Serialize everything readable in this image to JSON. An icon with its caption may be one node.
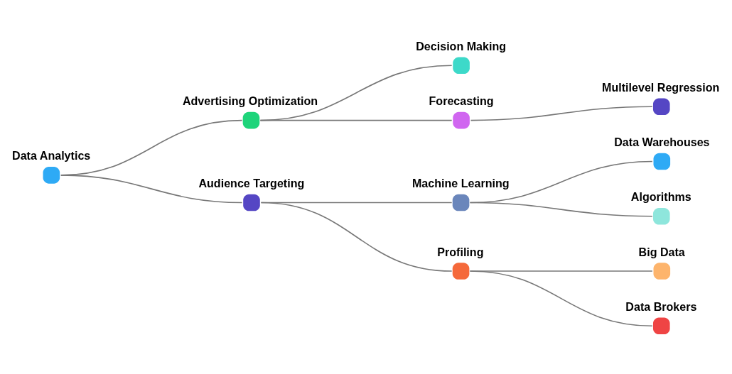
{
  "diagram": {
    "nodes": [
      {
        "text": [
          "Data Analytics"
        ]
      },
      {
        "text": [
          "Advertising Optimization"
        ]
      },
      {
        "text": [
          "Decision Making"
        ]
      },
      {
        "text": [
          "Forecasting"
        ]
      },
      {
        "text": [
          "Multilevel Regression"
        ]
      },
      {
        "text": [
          "Audience Targeting"
        ]
      },
      {
        "text": [
          "Machine Learning"
        ]
      },
      {
        "text": [
          "Data Warehouses"
        ]
      },
      {
        "text": [
          "Algorithms"
        ]
      },
      {
        "text": [
          "Profiling"
        ]
      },
      {
        "text": [
          "Big Data"
        ]
      },
      {
        "text": [
          "Data Brokers"
        ]
      }
    ],
    "edges": [
      {
        "from": 0,
        "to": 1,
        "arrow": "none"
      },
      {
        "from": 1,
        "to": 2,
        "arrow": "none"
      },
      {
        "from": 1,
        "to": 3,
        "arrow": "none"
      },
      {
        "from": 3,
        "to": 4,
        "arrow": "none"
      },
      {
        "from": 0,
        "to": 5,
        "arrow": "none"
      },
      {
        "from": 5,
        "to": 6,
        "arrow": "none"
      },
      {
        "from": 6,
        "to": 7,
        "arrow": "none"
      },
      {
        "from": 6,
        "to": 8,
        "arrow": "none"
      },
      {
        "from": 5,
        "to": 9,
        "arrow": "none"
      },
      {
        "from": 9,
        "to": 10,
        "arrow": "none"
      },
      {
        "from": 9,
        "to": 11,
        "arrow": "none"
      }
    ]
  }
}
